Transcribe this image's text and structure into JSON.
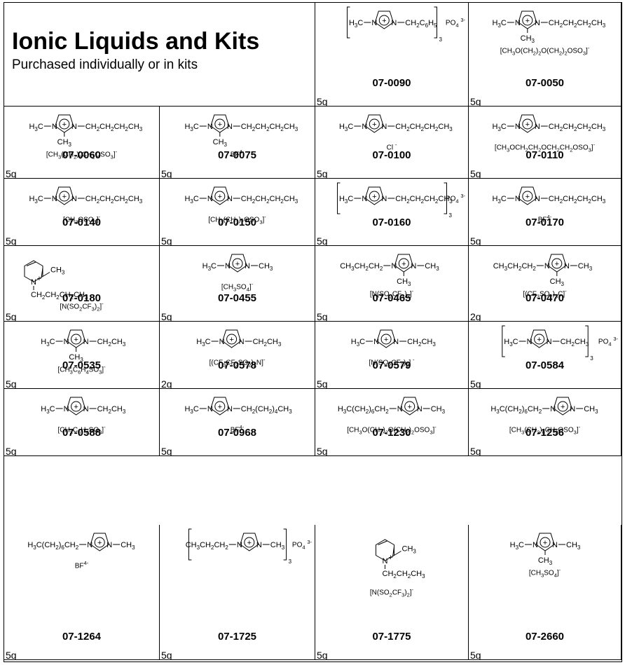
{
  "header": {
    "title": "Ionic Liquids and Kits",
    "subtitle": "Purchased individually or in kits"
  },
  "products": [
    {
      "code": "07-0090",
      "qty": "5g",
      "left": "H3C",
      "right": "CH2C6H5",
      "methyl": false,
      "bracket": true,
      "anion": "PO4 3-"
    },
    {
      "code": "07-0050",
      "qty": "5g",
      "left": "H3C",
      "right": "CH2CH2CH2CH3",
      "methyl": true,
      "bracket": false,
      "anion": "[CH3O(CH2)2O(CH2)2OSO3]-"
    },
    {
      "code": "07-0060",
      "qty": "5g",
      "left": "H3C",
      "right": "CH2CH2CH2CH3",
      "methyl": true,
      "bracket": false,
      "anion": "[CH3(CH2)6CH2OSO3]-"
    },
    {
      "code": "07-0075",
      "qty": "5g",
      "left": "H3C",
      "right": "CH2CH2CH2CH3",
      "methyl": true,
      "bracket": false,
      "anion": "BF4-"
    },
    {
      "code": "07-0100",
      "qty": "5g",
      "left": "H3C",
      "right": "CH2CH2CH2CH3",
      "methyl": false,
      "bracket": false,
      "anion": "Cl -"
    },
    {
      "code": "07-0110",
      "qty": "5g",
      "left": "H3C",
      "right": "CH2CH2CH2CH3",
      "methyl": false,
      "bracket": false,
      "anion": "[CH3OCH2CH2OCH2CH2OSO3]-"
    },
    {
      "code": "07-0140",
      "qty": "5g",
      "left": "H3C",
      "right": "CH2CH2CH2CH3",
      "methyl": false,
      "bracket": false,
      "anion": "[CH3OSO3]-"
    },
    {
      "code": "07-0150",
      "qty": "5g",
      "left": "H3C",
      "right": "CH2CH2CH2CH3",
      "methyl": false,
      "bracket": false,
      "anion": "[CH3(CH2)7OSO3]-"
    },
    {
      "code": "07-0160",
      "qty": "5g",
      "left": "H3C",
      "right": "CH2CH2CH2CH3",
      "methyl": false,
      "bracket": true,
      "anion": "PO4 3-"
    },
    {
      "code": "07-0170",
      "qty": "5g",
      "left": "H3C",
      "right": "CH2CH2CH2CH3",
      "methyl": false,
      "bracket": false,
      "anion": "BF4-"
    },
    {
      "code": "07-0180",
      "qty": "5g",
      "pyridinium": true,
      "pyr_methyl": "CH3",
      "pyr_chain": "CH2CH2CH2CH3",
      "anion": "[N(SO2CF3)2]-"
    },
    {
      "code": "07-0455",
      "qty": "5g",
      "left": "H3C",
      "right": "CH3",
      "methyl": false,
      "bracket": false,
      "anion": "[CH3SO4]-"
    },
    {
      "code": "07-0465",
      "qty": "5g",
      "left": "CH3CH2CH2",
      "right": "CH3",
      "methyl": true,
      "bracket": false,
      "anion": "[N(SO2CF3)2]-"
    },
    {
      "code": "07-0470",
      "qty": "2g",
      "left": "CH3CH2CH2",
      "right": "CH3",
      "methyl": true,
      "bracket": false,
      "anion": "[(CF3SO2)3C]-"
    },
    {
      "code": "07-0535",
      "qty": "5g",
      "left": "H3C",
      "right": "CH2CH3",
      "methyl": true,
      "bracket": false,
      "anion": "[CH3C6H4SO3]-"
    },
    {
      "code": "07-0578",
      "qty": "2g",
      "left": "H3C",
      "right": "CH2CH3",
      "methyl": false,
      "bracket": false,
      "anion": "[(CF3CF2SO2)2N]-"
    },
    {
      "code": "07-0579",
      "qty": "5g",
      "left": "H3C",
      "right": "CH2CH3",
      "methyl": false,
      "bracket": false,
      "anion": "[N(SO2CF3)2] -"
    },
    {
      "code": "07-0584",
      "qty": "5g",
      "left": "H3C",
      "right": "CH2CH3",
      "methyl": false,
      "bracket": true,
      "anion": "PO4 3-"
    },
    {
      "code": "07-0588",
      "qty": "5g",
      "left": "H3C",
      "right": "CH2CH3",
      "methyl": false,
      "bracket": false,
      "anion": "[CH3C6H4SO3]-"
    },
    {
      "code": "07-0968",
      "qty": "5g",
      "left": "H3C",
      "right": "CH2(CH2)4CH3",
      "methyl": false,
      "bracket": false,
      "anion": "BF4-"
    },
    {
      "code": "07-1230",
      "qty": "5g",
      "left": "H3C(CH2)6CH2",
      "right": "CH3",
      "methyl": false,
      "bracket": false,
      "anion": "[CH3O(CH2)2O(CH2)2OSO3]-"
    },
    {
      "code": "07-1256",
      "qty": "5g",
      "left": "H3C(CH2)6CH2",
      "right": "CH3",
      "methyl": false,
      "bracket": false,
      "anion": "[CH3(CH2)6CH2OSO3]-"
    },
    {
      "code": "07-1264",
      "qty": "5g",
      "left": "H3C(CH2)6CH2",
      "right": "CH3",
      "methyl": false,
      "bracket": false,
      "anion": "BF4-"
    },
    {
      "code": "07-1725",
      "qty": "5g",
      "left": "CH3CH2CH2",
      "right": "CH3",
      "methyl": false,
      "bracket": true,
      "anion": "PO4 3-"
    },
    {
      "code": "07-1775",
      "qty": "5g",
      "pyridinium": true,
      "pyr_methyl": "CH3",
      "pyr_chain": "CH2CH2CH3",
      "anion": "[N(SO2CF3)2]-"
    },
    {
      "code": "07-2660",
      "qty": "5g",
      "left": "H3C",
      "right": "CH3",
      "methyl": true,
      "bracket": false,
      "anion": "[CH3SO4]-"
    }
  ]
}
